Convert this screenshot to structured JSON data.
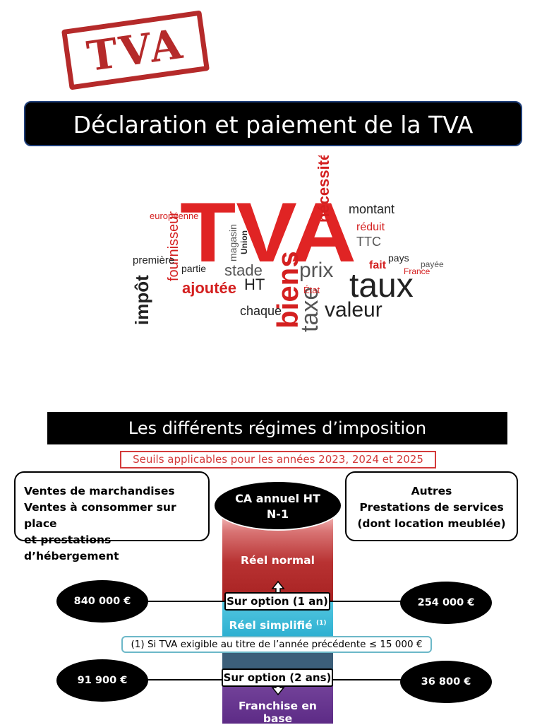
{
  "stamp": {
    "text": "TVA"
  },
  "title": "Déclaration et paiement de la TVA",
  "word_cloud": {
    "main": "TVA",
    "words": [
      "taux",
      "biens",
      "taxe",
      "valeur",
      "prix",
      "impôt",
      "ajoutée",
      "fournisseur",
      "nécessité",
      "montant",
      "HT",
      "TTC",
      "stade",
      "chaque",
      "réduit",
      "européenne",
      "première",
      "magasin",
      "partie",
      "payée",
      "pays",
      "fait",
      "Union",
      "État",
      "France"
    ]
  },
  "section": {
    "header": "Les différents régimes d’imposition",
    "thresholds": "Seuils applicables pour les années 2023, 2024 et 2025"
  },
  "left_box": {
    "lines": [
      "Ventes de marchandises",
      "Ventes à consommer sur place",
      "et prestations d’hébergement"
    ]
  },
  "right_box": {
    "lines": [
      "Autres",
      "Prestations de services",
      "(dont location meublée)"
    ]
  },
  "ca": {
    "line1": "CA annuel HT",
    "line2": "N-1"
  },
  "regimes": {
    "reel_normal": "Réel normal",
    "reel_simplifie": "Réel simplifié",
    "reel_simplifie_note_mark": "(1)",
    "franchise": "Franchise en base"
  },
  "options": {
    "option1": "Sur option (1 an)",
    "option2": "Sur option (2 ans)"
  },
  "note": "(1) Si TVA exigible au titre de l’année précédente ≤ 15 000 €",
  "thresholds_values": {
    "left_upper": "840 000 €",
    "right_upper": "254 000 €",
    "left_lower": "91 900 €",
    "right_lower": "36 800 €"
  },
  "colors": {
    "stamp": "#b52a2a",
    "reel_normal": "#b83232",
    "reel_simplifie": "#2aaed0",
    "franchise": "#5d2b86",
    "threshold_text": "#d33a3a"
  }
}
